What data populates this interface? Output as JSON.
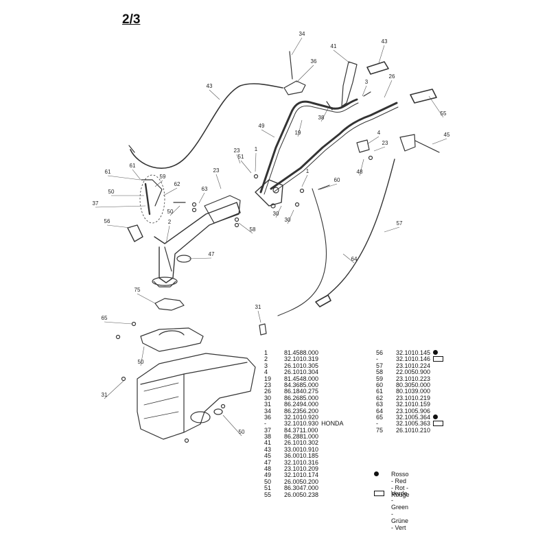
{
  "page_number": "2/3",
  "callouts": [
    "34",
    "41",
    "43",
    "36",
    "3",
    "26",
    "55",
    "43",
    "38",
    "19",
    "49",
    "4",
    "23",
    "45",
    "23",
    "1",
    "48",
    "23",
    "1",
    "51",
    "60",
    "61",
    "61",
    "59",
    "62",
    "50",
    "63",
    "37",
    "30",
    "30",
    "50",
    "58",
    "56",
    "2",
    "57",
    "47",
    "64",
    "75",
    "31",
    "65",
    "50",
    "31",
    "50"
  ],
  "parts_left": [
    {
      "ref": "1",
      "code": "81.4588.000"
    },
    {
      "ref": "2",
      "code": "32.1010.319"
    },
    {
      "ref": "3",
      "code": "26.1010.305"
    },
    {
      "ref": "4",
      "code": "26.1010.304"
    },
    {
      "ref": "19",
      "code": "81.4548.000"
    },
    {
      "ref": "23",
      "code": "84.3685.000"
    },
    {
      "ref": "26",
      "code": "86.1840.275"
    },
    {
      "ref": "30",
      "code": "86.2685.000"
    },
    {
      "ref": "31",
      "code": "86.2494.000"
    },
    {
      "ref": "34",
      "code": "86.2356.200"
    },
    {
      "ref": "36",
      "code": "32.1010.920"
    },
    {
      "ref": "-",
      "code": "32.1010.930",
      "note": "HONDA"
    },
    {
      "ref": "37",
      "code": "84.3711.000"
    },
    {
      "ref": "38",
      "code": "86.2881.000"
    },
    {
      "ref": "41",
      "code": "26.1010.302"
    },
    {
      "ref": "43",
      "code": "33.0010.910"
    },
    {
      "ref": "45",
      "code": "36.0010.185"
    },
    {
      "ref": "47",
      "code": "32.1010.316"
    },
    {
      "ref": "48",
      "code": "23.1010.209"
    },
    {
      "ref": "49",
      "code": "32.1010.174"
    },
    {
      "ref": "50",
      "code": "26.0050.200"
    },
    {
      "ref": "51",
      "code": "86.3047.000"
    },
    {
      "ref": "55",
      "code": "26.0050.238"
    }
  ],
  "parts_right": [
    {
      "ref": "56",
      "code": "32.1010.145",
      "mark": "dot"
    },
    {
      "ref": "-",
      "code": "32.1010.146",
      "mark": "box"
    },
    {
      "ref": "57",
      "code": "23.1010.224"
    },
    {
      "ref": "58",
      "code": "22.0050.900"
    },
    {
      "ref": "59",
      "code": "23.1010.223"
    },
    {
      "ref": "60",
      "code": "80.3050.000"
    },
    {
      "ref": "61",
      "code": "80.1039.000"
    },
    {
      "ref": "62",
      "code": "23.1010.219"
    },
    {
      "ref": "63",
      "code": "32.1010.159"
    },
    {
      "ref": "64",
      "code": "23.1005.906"
    },
    {
      "ref": "65",
      "code": "32.1005.364",
      "mark": "dot"
    },
    {
      "ref": "-",
      "code": "32.1005.363",
      "mark": "box"
    },
    {
      "ref": "75",
      "code": "26.1010.210"
    }
  ],
  "legend": {
    "red": {
      "line1": "Rosso - Red - Rot -",
      "line2": "Rouge"
    },
    "green": {
      "line1": "Verde - Green -",
      "line2": "Grüne - Vert"
    }
  }
}
